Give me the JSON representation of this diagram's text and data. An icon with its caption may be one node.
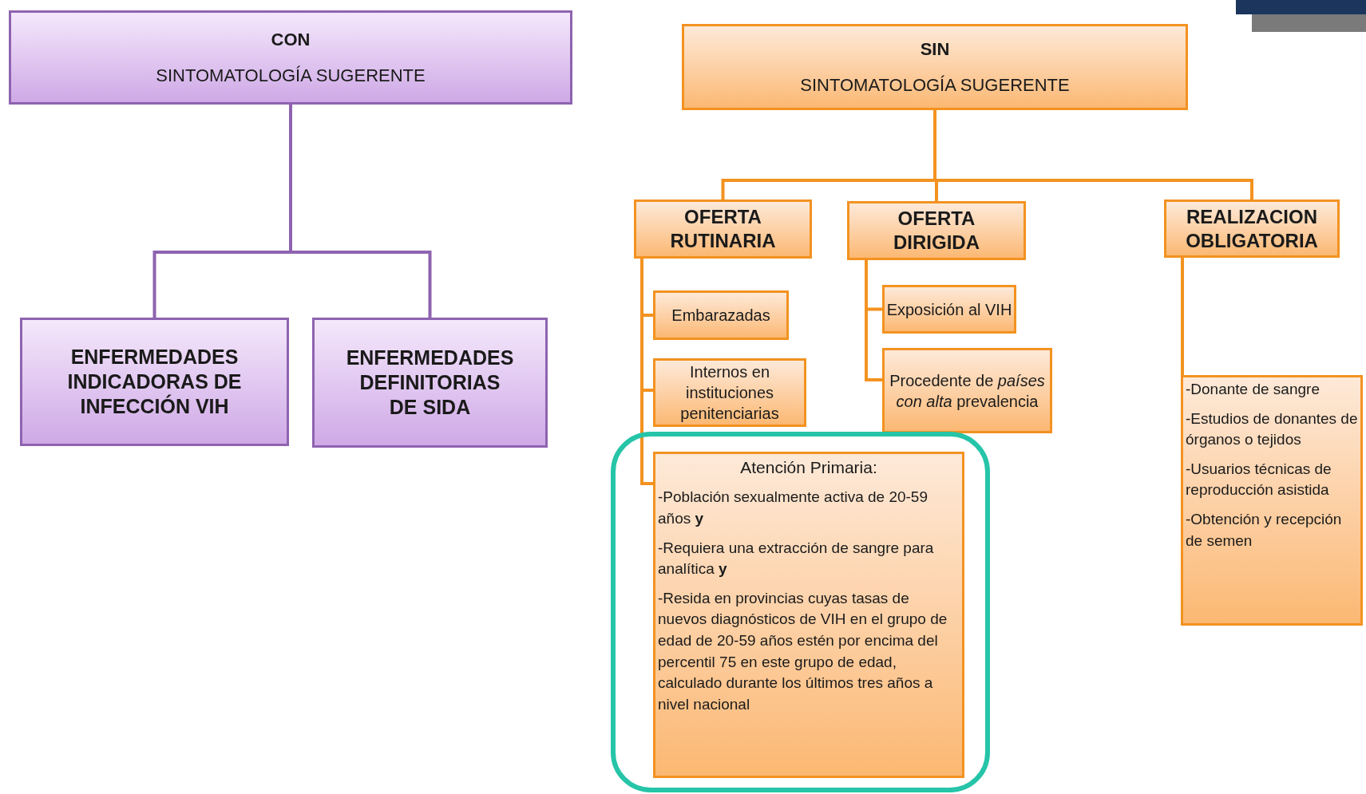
{
  "diagram": {
    "nodes": [
      {
        "text": [
          "CON",
          "SINTOMATOLOGÍA SUGERENTE"
        ]
      },
      {
        "text": [
          "SIN",
          "SINTOMATOLOGÍA SUGERENTE"
        ]
      },
      {
        "text": [
          "ENFERMEDADES INDICADORAS DE INFECCIÓN VIH"
        ]
      },
      {
        "text": [
          "ENFERMEDADES DEFINITORIAS DE SIDA"
        ]
      },
      {
        "text": [
          "OFERTA RUTINARIA"
        ]
      },
      {
        "text": [
          "OFERTA DIRIGIDA"
        ]
      },
      {
        "text": [
          "REALIZACION OBLIGATORIA"
        ]
      },
      {
        "text": [
          "Embarazadas"
        ]
      },
      {
        "text": [
          "Exposición al VIH"
        ]
      },
      {
        "text": [
          "Internos en instituciones penitenciarias"
        ]
      },
      {
        "text": [
          "Procedente de *países con alta* prevalencia"
        ]
      },
      {
        "text": [
          "Atención Primaria:",
          "-Población sexualmente activa de 20-59 años **y**",
          "-Requiera una extracción de sangre para analítica **y**",
          "-Resida en provincias cuyas tasas de nuevos diagnósticos de VIH en el grupo de edad de 20-59 años estén por encima del percentil 75 en este grupo de edad, calculado durante los últimos tres años a nivel nacional"
        ]
      },
      {
        "text": [
          "-Donante de sangre",
          "-Estudios de donantes de órganos o tejidos",
          "-Usuarios técnicas de reproducción asistida",
          "-Obtención y recepción de semen"
        ]
      }
    ],
    "edges": [
      {
        "from": 0,
        "to": 2,
        "arrow": "none",
        "color": "#8e63b0"
      },
      {
        "from": 0,
        "to": 3,
        "arrow": "none",
        "color": "#8e63b0"
      },
      {
        "from": 1,
        "to": 4,
        "arrow": "none"
      },
      {
        "from": 1,
        "to": 5,
        "arrow": "none"
      },
      {
        "from": 1,
        "to": 6,
        "arrow": "none"
      },
      {
        "from": 4,
        "to": 7,
        "arrow": "none"
      },
      {
        "from": 4,
        "to": 9,
        "arrow": "none"
      },
      {
        "from": 4,
        "to": 11,
        "arrow": "none"
      },
      {
        "from": 5,
        "to": 8,
        "arrow": "none"
      },
      {
        "from": 5,
        "to": 10,
        "arrow": "none"
      },
      {
        "from": 6,
        "to": 12,
        "arrow": "none"
      }
    ]
  }
}
